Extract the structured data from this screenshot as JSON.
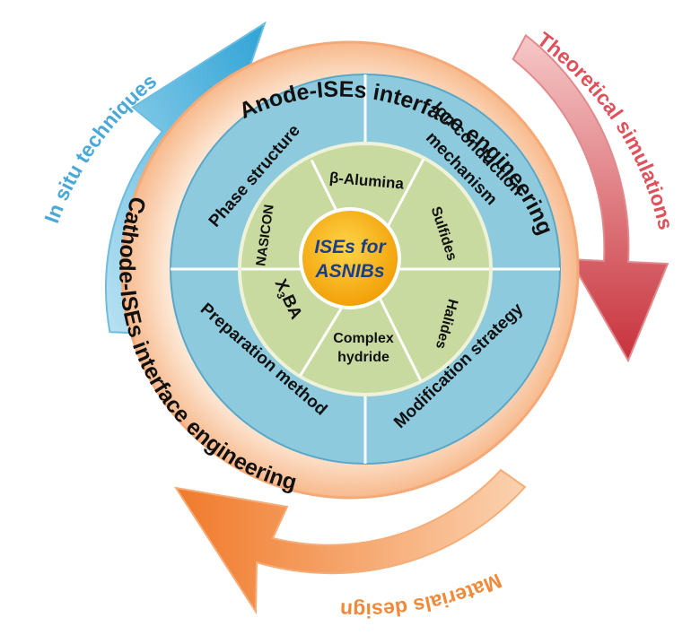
{
  "center": {
    "line1": "ISEs for",
    "line2": "ASNIBs"
  },
  "inner_ring": {
    "beta_alumina": "β-Alumina",
    "sulfides": "Sulfides",
    "halides": "Halides",
    "complex_hydride_1": "Complex",
    "complex_hydride_2": "hydride",
    "x3ba_main": "X",
    "x3ba_sub": "3",
    "x3ba_end": "BA",
    "nasicon": "NASICON"
  },
  "middle_ring": {
    "phase_structure": "Phase structure",
    "ion_conduction_1": "Ion conduction",
    "ion_conduction_2": "mechanism",
    "modification_strategy": "Modification strategy",
    "preparation_method": "Preparation method"
  },
  "outer_ring": {
    "anode": "Anode-ISEs interface engineering",
    "cathode": "Cathode-ISEs interface engineering"
  },
  "arrows": {
    "in_situ": "In situ techniques",
    "theoretical": "Theoretical simulations",
    "materials": "Materials design"
  },
  "colors": {
    "center_fill": "#f5b400",
    "center_text": "#1a3f8a",
    "inner_ring": "#c6d9a0",
    "middle_ring": "#9cd0e0",
    "outer_ring": "#fde0cc",
    "arrow_blue": "#5fb8dc",
    "arrow_red": "#d9575f",
    "arrow_orange": "#f59a55",
    "label_blue": "#4aa8d8",
    "label_red": "#e0505a",
    "label_orange": "#f08a3a"
  }
}
